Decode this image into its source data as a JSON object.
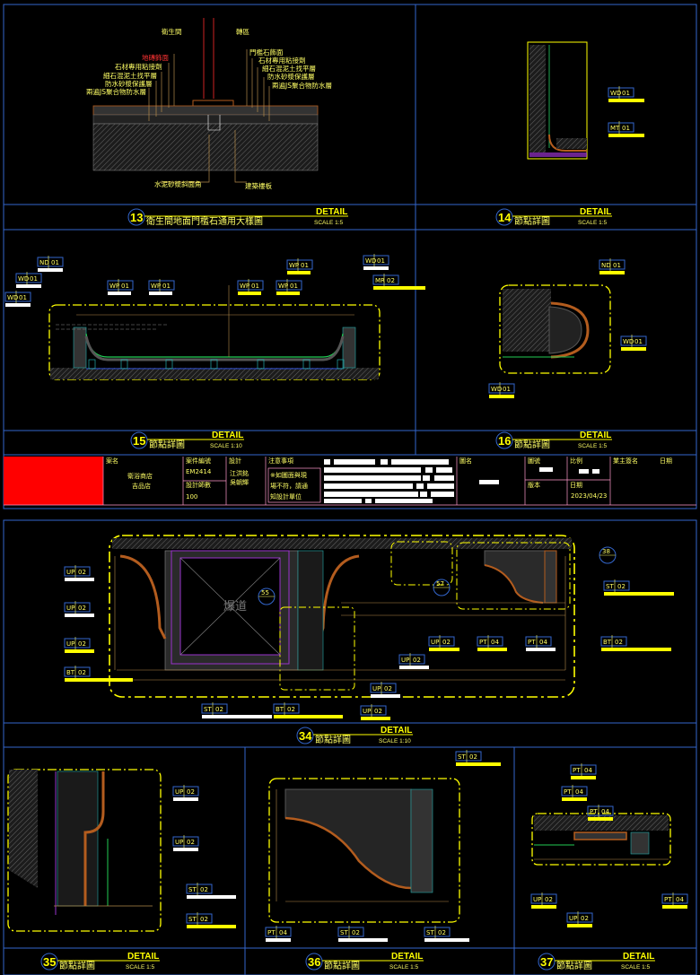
{
  "sheet1": {
    "detail13": {
      "labels_left": [
        "地磚飾面",
        "石材專用粘接劑",
        "細石混泥土找平層",
        "防水砂漿保護層",
        "兩遍JS聚合物防水層"
      ],
      "labels_right": [
        "門檻石飾面",
        "石材專用粘接劑",
        "細石混泥土找平層",
        "防水砂漿保護層",
        "兩遍JS聚合物防水層"
      ],
      "room_left": "衛生間",
      "room_right": "轉區",
      "bottom_left": "水泥砂漿斜面角",
      "bottom_right": "建築樓板"
    },
    "titles": [
      {
        "number": "13",
        "name": "衛生間地面門檻石通用大樣圖",
        "detail": "DETAIL",
        "scale": "SCALE 1:5"
      },
      {
        "number": "14",
        "name": "節點詳圖",
        "detail": "DETAIL",
        "scale": "SCALE 1:5"
      },
      {
        "number": "15",
        "name": "節點詳圖",
        "detail": "DETAIL",
        "scale": "SCALE 1:10"
      },
      {
        "number": "16",
        "name": "節點詳圖",
        "detail": "DETAIL",
        "scale": "SCALE 1:5"
      }
    ],
    "title_block": {
      "project_label": "案名",
      "project_name_1": "衛浴商店",
      "project_name_2": "吉品店",
      "case_no_label": "案件編號",
      "case_no": "EM2414",
      "design_label": "設計",
      "designer_1": "江洪銘",
      "designer_2": "吳朝輝",
      "design_count_label": "設計師數",
      "design_count": "100",
      "notes_label": "注意事項",
      "notes_1": "※如圖面與現",
      "notes_2": "場不符，請通",
      "notes_3": "知設計單位",
      "drawing_name_label": "圖名",
      "drawing_no_label": "圖號",
      "scale_label": "比例",
      "version_label": "版本",
      "date_label": "日期",
      "date": "2023/04/23",
      "owner_sign_label": "業主簽名",
      "owner_date_label": "日期"
    }
  },
  "sheet2": {
    "center_label": "爆道",
    "callouts": [
      "55",
      "57",
      "38"
    ],
    "titles": [
      {
        "number": "34",
        "name": "節點詳圖",
        "detail": "DETAIL",
        "scale": "SCALE 1:10"
      },
      {
        "number": "35",
        "name": "節點詳圖",
        "detail": "DETAIL",
        "scale": "SCALE 1:5"
      },
      {
        "number": "36",
        "name": "節點詳圖",
        "detail": "DETAIL",
        "scale": "SCALE 1:5"
      },
      {
        "number": "37",
        "name": "節點詳圖",
        "detail": "DETAIL",
        "scale": "SCALE 1:5"
      }
    ]
  },
  "tags": [
    [
      "WD",
      "01"
    ],
    [
      "MT",
      "01"
    ],
    [
      "ND",
      "01"
    ],
    [
      "WD",
      "01"
    ],
    [
      "WD",
      "01"
    ],
    [
      "WP",
      "01"
    ],
    [
      "WP",
      "01"
    ],
    [
      "WP",
      "01"
    ],
    [
      "WP",
      "01"
    ],
    [
      "WP",
      "01"
    ],
    [
      "WD",
      "01"
    ],
    [
      "MR",
      "02"
    ],
    [
      "ND",
      "01"
    ],
    [
      "WD",
      "01"
    ],
    [
      "WD",
      "01"
    ],
    [
      "UP",
      "02"
    ],
    [
      "UP",
      "02"
    ],
    [
      "UP",
      "02"
    ],
    [
      "BT",
      "02"
    ],
    [
      "ST",
      "02"
    ],
    [
      "BT",
      "02"
    ],
    [
      "UP",
      "02"
    ],
    [
      "PT",
      "04"
    ],
    [
      "PT",
      "04"
    ],
    [
      "UP",
      "02"
    ],
    [
      "UP",
      "02"
    ],
    [
      "UP",
      "02"
    ],
    [
      "ST",
      "02"
    ],
    [
      "BT",
      "02"
    ],
    [
      "UP",
      "02"
    ],
    [
      "UP",
      "02"
    ],
    [
      "ST",
      "02"
    ],
    [
      "ST",
      "02"
    ],
    [
      "ST",
      "02"
    ],
    [
      "PT",
      "04"
    ],
    [
      "ST",
      "02"
    ],
    [
      "ST",
      "02"
    ],
    [
      "PT",
      "04"
    ],
    [
      "PT",
      "04"
    ],
    [
      "PT",
      "04"
    ],
    [
      "UP",
      "02"
    ],
    [
      "UP",
      "02"
    ],
    [
      "PT",
      "04"
    ]
  ],
  "colors": {
    "frame": "#3366cc",
    "annotation": "#ffff00",
    "wall": "#b35c1e",
    "room": "#9933cc",
    "title_frame": "#ff99cc",
    "logo": "#ff0000"
  }
}
